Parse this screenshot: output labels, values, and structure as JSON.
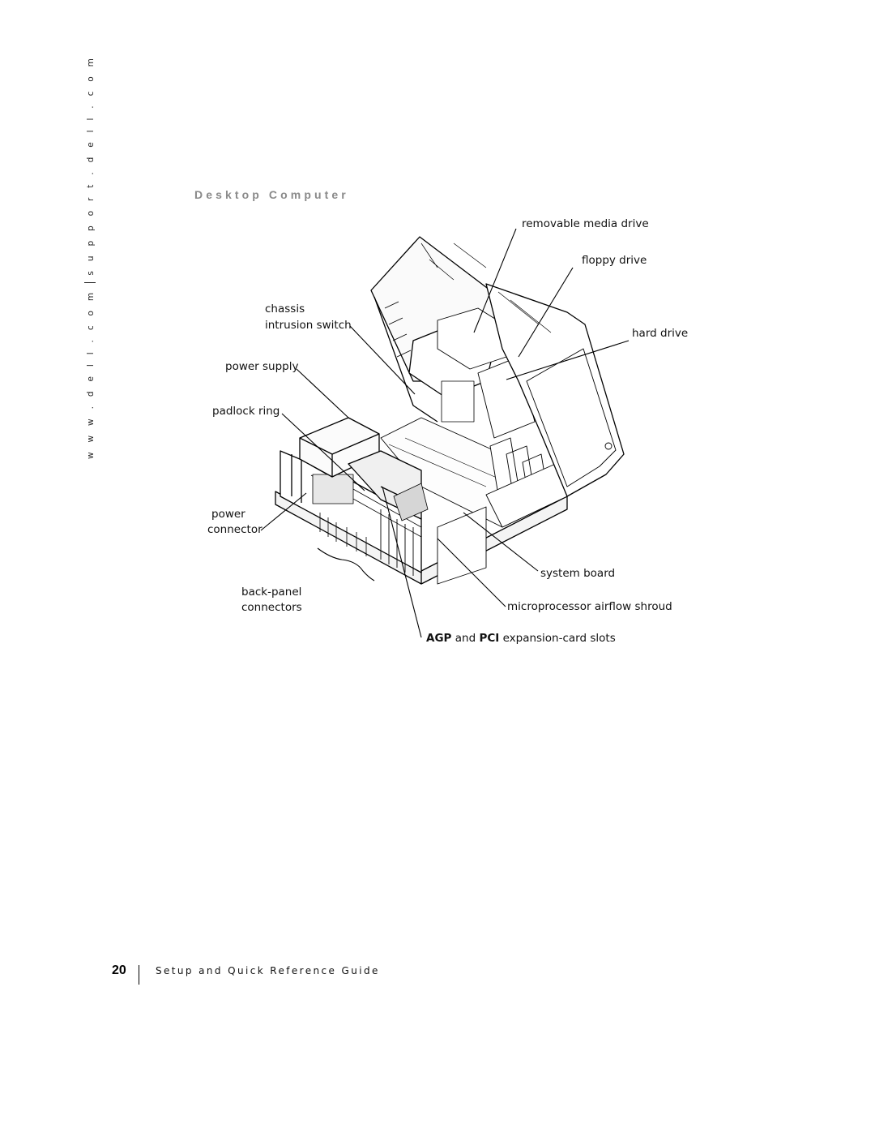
{
  "sidebar": {
    "url_left": "w w w . d e l l . c o m",
    "url_right": "s u p p o r t . d e l l . c o m"
  },
  "section": {
    "title": "Desktop Computer"
  },
  "callouts": {
    "removable_media_drive": "removable media drive",
    "floppy_drive": "floppy drive",
    "hard_drive": "hard drive",
    "chassis": "chassis",
    "intrusion_switch": "intrusion switch",
    "power_supply": "power supply",
    "padlock_ring": "padlock ring",
    "power": "power",
    "connector": "connector",
    "back_panel": "back-panel",
    "connectors": "connectors",
    "system_board": "system board",
    "microprocessor_airflow_shroud": "microprocessor airflow shroud",
    "agp": "AGP",
    "and": "and",
    "pci": "PCI",
    "expansion_card_slots": "expansion-card slots"
  },
  "footer": {
    "page_number": "20",
    "guide_title": "Setup and Quick Reference Guide"
  }
}
